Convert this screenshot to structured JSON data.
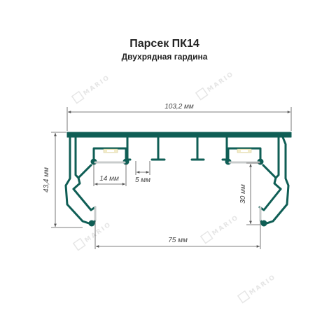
{
  "title": "Парсек ПК14",
  "subtitle": "Двухрядная гардина",
  "watermark": {
    "text": "MARIO",
    "color": "#e8e8e8"
  },
  "dimensions": {
    "total_width": "103,2 мм",
    "height": "43,4 мм",
    "channel_width": "14 мм",
    "gap": "5 мм",
    "side_height": "30 мм",
    "base_width": "75 мм"
  },
  "colors": {
    "profile": "#0f5e55",
    "dimension_line": "#555555",
    "led": "#f3ecc8",
    "diffuser": "#c9cccc"
  }
}
